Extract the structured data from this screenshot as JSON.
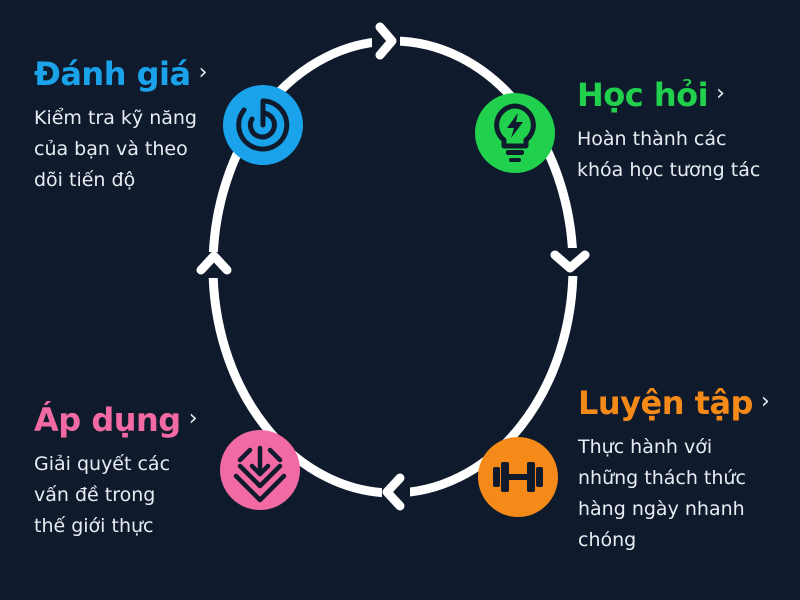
{
  "colors": {
    "background": "#0f1b2d",
    "ring": "#ffffff",
    "assess": "#1aa3ea",
    "learn": "#21d04c",
    "practice": "#f58a18",
    "apply": "#f26aa3",
    "text": "#e8ecf2"
  },
  "steps": {
    "assess": {
      "title": "Đánh giá",
      "lines": [
        "Kiểm tra kỹ năng",
        "của bạn và theo",
        "dõi tiến độ"
      ],
      "icon": "radar-icon"
    },
    "learn": {
      "title": "Học hỏi",
      "lines": [
        "Hoàn thành các",
        "khóa học tương tác"
      ],
      "icon": "lightbulb-icon"
    },
    "practice": {
      "title": "Luyện tập",
      "lines": [
        "Thực hành với",
        "những thách thức",
        "hàng ngày nhanh",
        "chóng"
      ],
      "icon": "dumbbell-icon"
    },
    "apply": {
      "title": "Áp dụng",
      "lines": [
        "Giải quyết các",
        "vấn đề trong",
        "thế giới thực"
      ],
      "icon": "layers-download-icon"
    }
  },
  "chevron": "›"
}
